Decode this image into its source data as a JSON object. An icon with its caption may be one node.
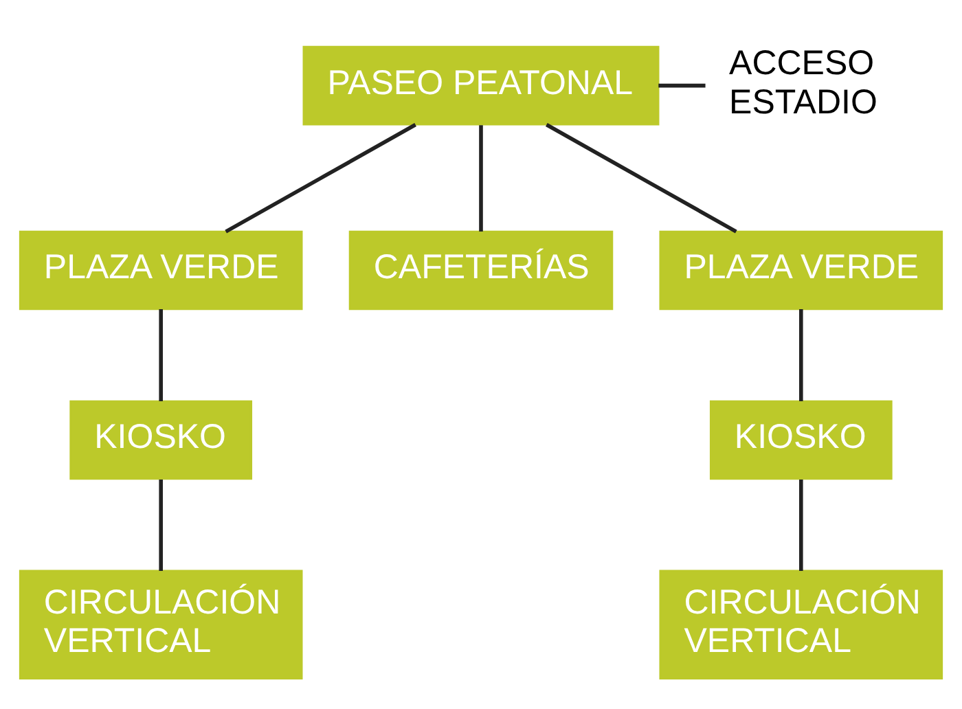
{
  "diagram": {
    "nodes": [
      {
        "text": [
          "PASEO PEATONAL"
        ]
      },
      {
        "text": [
          "ACCESO ESTADIO"
        ]
      },
      {
        "text": [
          "PLAZA VERDE"
        ]
      },
      {
        "text": [
          "CAFETERÍAS"
        ]
      },
      {
        "text": [
          "PLAZA VERDE"
        ]
      },
      {
        "text": [
          "KIOSKO"
        ]
      },
      {
        "text": [
          "KIOSKO"
        ]
      },
      {
        "text": [
          "CIRCULACIÓN VERTICAL"
        ]
      },
      {
        "text": [
          "CIRCULACIÓN VERTICAL"
        ]
      }
    ],
    "edges": [
      {
        "from": 0,
        "to": 1,
        "arrow": "none"
      },
      {
        "from": 0,
        "to": 2,
        "arrow": "none"
      },
      {
        "from": 0,
        "to": 3,
        "arrow": "none"
      },
      {
        "from": 0,
        "to": 4,
        "arrow": "none"
      },
      {
        "from": 2,
        "to": 5,
        "arrow": "none"
      },
      {
        "from": 4,
        "to": 6,
        "arrow": "none"
      },
      {
        "from": 5,
        "to": 7,
        "arrow": "none"
      },
      {
        "from": 6,
        "to": 8,
        "arrow": "none"
      }
    ]
  }
}
